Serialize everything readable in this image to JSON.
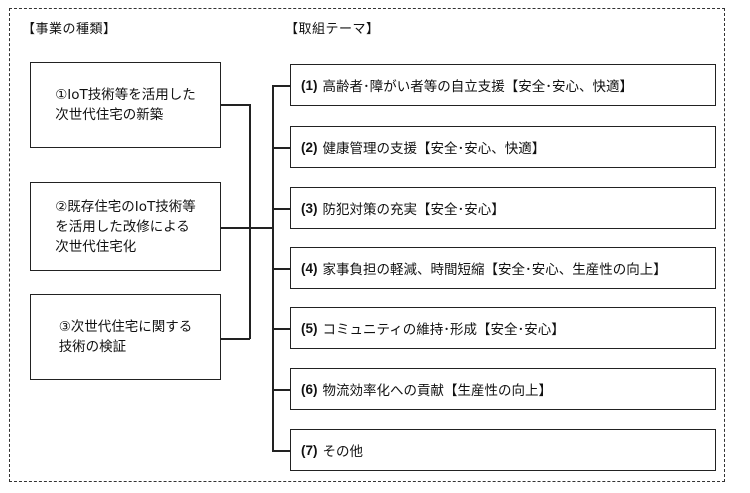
{
  "headings": {
    "business_types": "【事業の種類】",
    "themes": "【取組テーマ】"
  },
  "business_types": [
    {
      "text": "①IoT技術等を活用した\n次世代住宅の新築"
    },
    {
      "text": "②既存住宅のIoT技術等\nを活用した改修による\n次世代住宅化"
    },
    {
      "text": "③次世代住宅に関する\n技術の検証"
    }
  ],
  "themes": [
    {
      "num": "(1)",
      "text": "高齢者･障がい者等の自立支援【安全･安心、快適】"
    },
    {
      "num": "(2)",
      "text": "健康管理の支援【安全･安心、快適】"
    },
    {
      "num": "(3)",
      "text": "防犯対策の充実【安全･安心】"
    },
    {
      "num": "(4)",
      "text": "家事負担の軽減、時間短縮【安全･安心、生産性の向上】"
    },
    {
      "num": "(5)",
      "text": "コミュニティの維持･形成【安全･安心】"
    },
    {
      "num": "(6)",
      "text": "物流効率化への貢献【生産性の向上】"
    },
    {
      "num": "(7)",
      "text": "その他"
    }
  ]
}
